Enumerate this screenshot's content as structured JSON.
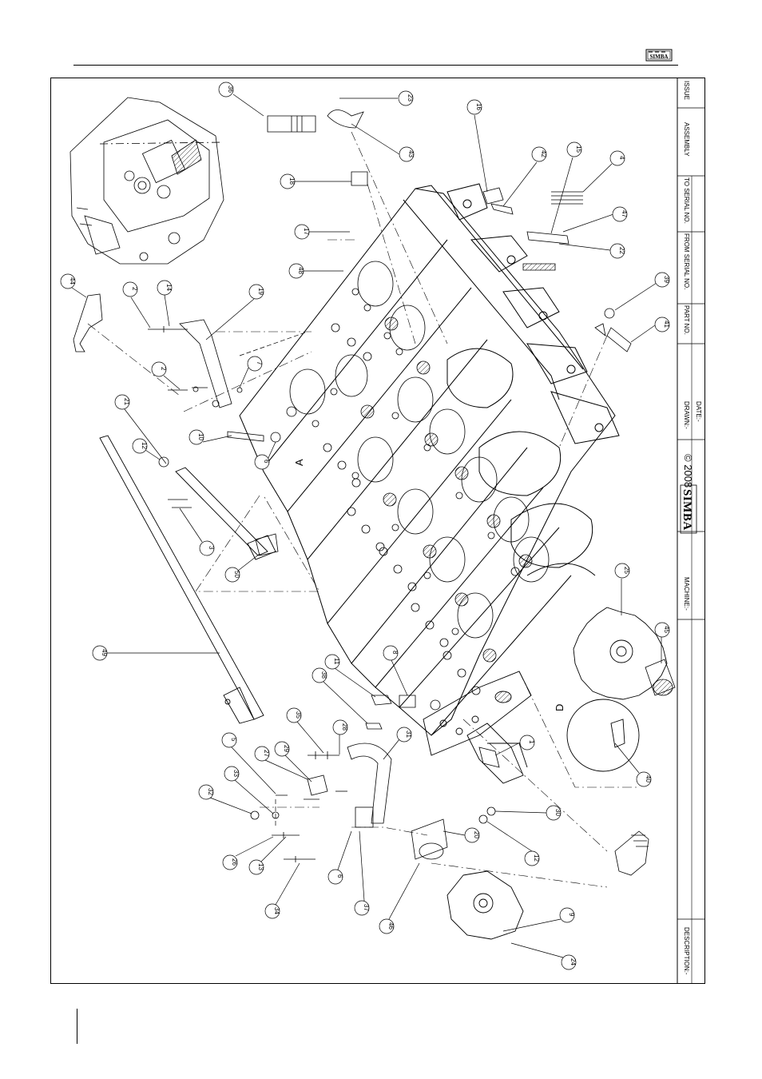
{
  "page": {
    "brand_logo_text": "SIMBA"
  },
  "title_block": {
    "issue_label": "ISSUE",
    "assembly_label": "ASSEMBLY",
    "to_serial_label": "TO SERIAL NO.",
    "from_serial_label": "FROM SERIAL NO.",
    "part_no_label": "PART NO.",
    "drawn_label": "DRAWN:-",
    "date_label": "DATE:-",
    "brand": "SIMBA",
    "copyright": "© 2008",
    "machine_label": "MACHINE:-",
    "description_label": "DESCRIPTION:-"
  },
  "view_labels": [
    "A",
    "D"
  ],
  "callouts": [
    {
      "id": "c36",
      "label": "36"
    },
    {
      "id": "c23",
      "label": "23"
    },
    {
      "id": "c43",
      "label": "43"
    },
    {
      "id": "c16",
      "label": "16"
    },
    {
      "id": "c42",
      "label": "42"
    },
    {
      "id": "c15",
      "label": "15"
    },
    {
      "id": "c4",
      "label": "4"
    },
    {
      "id": "c18",
      "label": "18"
    },
    {
      "id": "c47",
      "label": "47"
    },
    {
      "id": "c17",
      "label": "17"
    },
    {
      "id": "c22",
      "label": "22"
    },
    {
      "id": "c48",
      "label": "48"
    },
    {
      "id": "c44",
      "label": "44"
    },
    {
      "id": "c2a",
      "label": "2"
    },
    {
      "id": "c14",
      "label": "14"
    },
    {
      "id": "c19",
      "label": "19"
    },
    {
      "id": "c39",
      "label": "39"
    },
    {
      "id": "c41",
      "label": "41"
    },
    {
      "id": "c2b",
      "label": "2"
    },
    {
      "id": "c7",
      "label": "7"
    },
    {
      "id": "c21",
      "label": "21"
    },
    {
      "id": "c10",
      "label": "10"
    },
    {
      "id": "c6a",
      "label": "6"
    },
    {
      "id": "c12a",
      "label": "12"
    },
    {
      "id": "c3",
      "label": "3"
    },
    {
      "id": "c50",
      "label": "50"
    },
    {
      "id": "c25",
      "label": "25"
    },
    {
      "id": "c49",
      "label": "49"
    },
    {
      "id": "c45",
      "label": "45"
    },
    {
      "id": "c8",
      "label": "8"
    },
    {
      "id": "c11",
      "label": "11"
    },
    {
      "id": "c38",
      "label": "38"
    },
    {
      "id": "c35",
      "label": "35"
    },
    {
      "id": "c28",
      "label": "28"
    },
    {
      "id": "c5",
      "label": "5"
    },
    {
      "id": "c27",
      "label": "27"
    },
    {
      "id": "c29",
      "label": "29"
    },
    {
      "id": "c31",
      "label": "31"
    },
    {
      "id": "c1",
      "label": "1"
    },
    {
      "id": "c40",
      "label": "40"
    },
    {
      "id": "c32",
      "label": "32"
    },
    {
      "id": "c33",
      "label": "33"
    },
    {
      "id": "c30",
      "label": "30"
    },
    {
      "id": "c26",
      "label": "26"
    },
    {
      "id": "c13",
      "label": "13"
    },
    {
      "id": "c20",
      "label": "20"
    },
    {
      "id": "c6b",
      "label": "6"
    },
    {
      "id": "c12b",
      "label": "12"
    },
    {
      "id": "c34",
      "label": "34"
    },
    {
      "id": "c37",
      "label": "37"
    },
    {
      "id": "c9",
      "label": "9"
    },
    {
      "id": "c46",
      "label": "46"
    },
    {
      "id": "c24",
      "label": "24"
    }
  ]
}
